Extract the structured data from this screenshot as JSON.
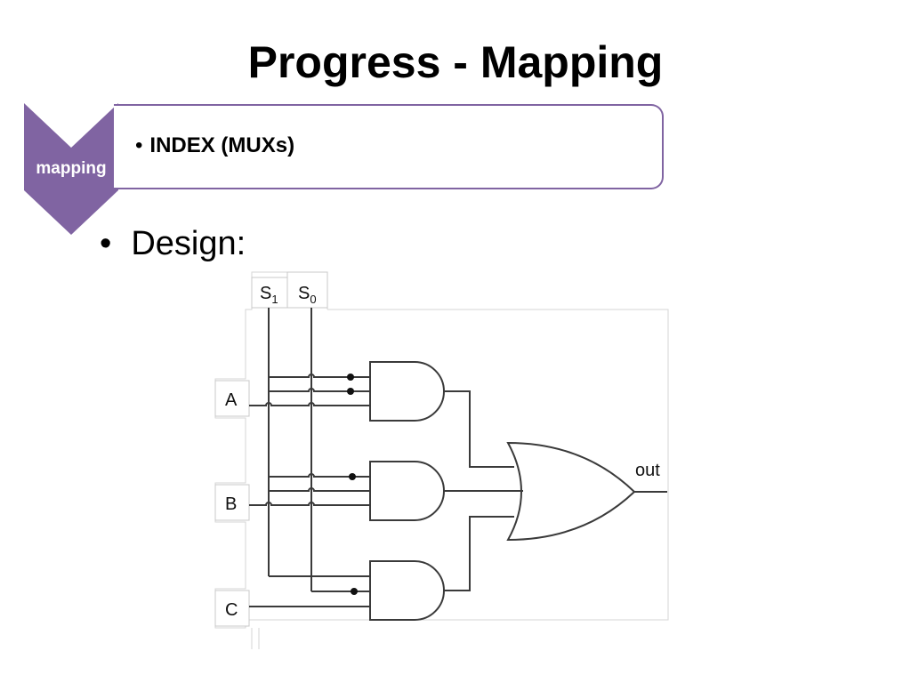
{
  "slide": {
    "title": "Progress - Mapping"
  },
  "progress": {
    "stage_label": "mapping",
    "stage_items": [
      "INDEX (MUXs)"
    ],
    "accent_color": "#8064a2"
  },
  "content": {
    "bullets": [
      "Design:"
    ]
  },
  "circuit": {
    "select_inputs": [
      "S",
      "S"
    ],
    "select_subscripts": [
      "1",
      "0"
    ],
    "data_inputs": [
      "A",
      "B",
      "C"
    ],
    "output_label": "out",
    "gates": [
      "and",
      "and",
      "and",
      "or"
    ]
  }
}
